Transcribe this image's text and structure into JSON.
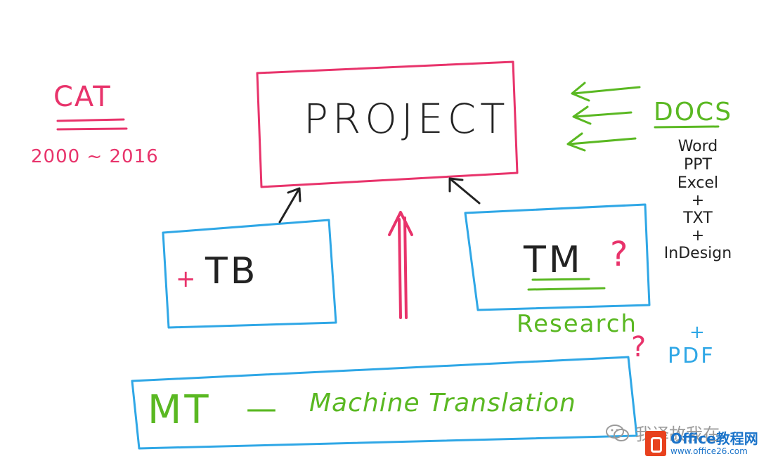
{
  "title": {
    "label": "CAT",
    "years": "2000 ~ 2016"
  },
  "project": {
    "label": "PROJECT"
  },
  "docs": {
    "label": "DOCS",
    "items": [
      "Word",
      "PPT",
      "Excel",
      "+",
      "TXT",
      "+",
      "InDesign"
    ],
    "extra_plus": "+",
    "extra": "PDF",
    "extra_question": "?"
  },
  "tb": {
    "plus": "+",
    "label": "TB"
  },
  "tm": {
    "label": "TM",
    "question": "?",
    "note": "Research"
  },
  "mt": {
    "abbr": "MT",
    "dash": "—",
    "full": "Machine Translation"
  },
  "watermark": {
    "text": "我译故我在",
    "logo": "wechat-logo"
  },
  "brand": {
    "name": "Office教程网",
    "url": "www.office26.com"
  },
  "colors": {
    "pink": "#e8336b",
    "blue": "#2fa7e6",
    "green": "#5ab822",
    "ink": "#222222"
  }
}
